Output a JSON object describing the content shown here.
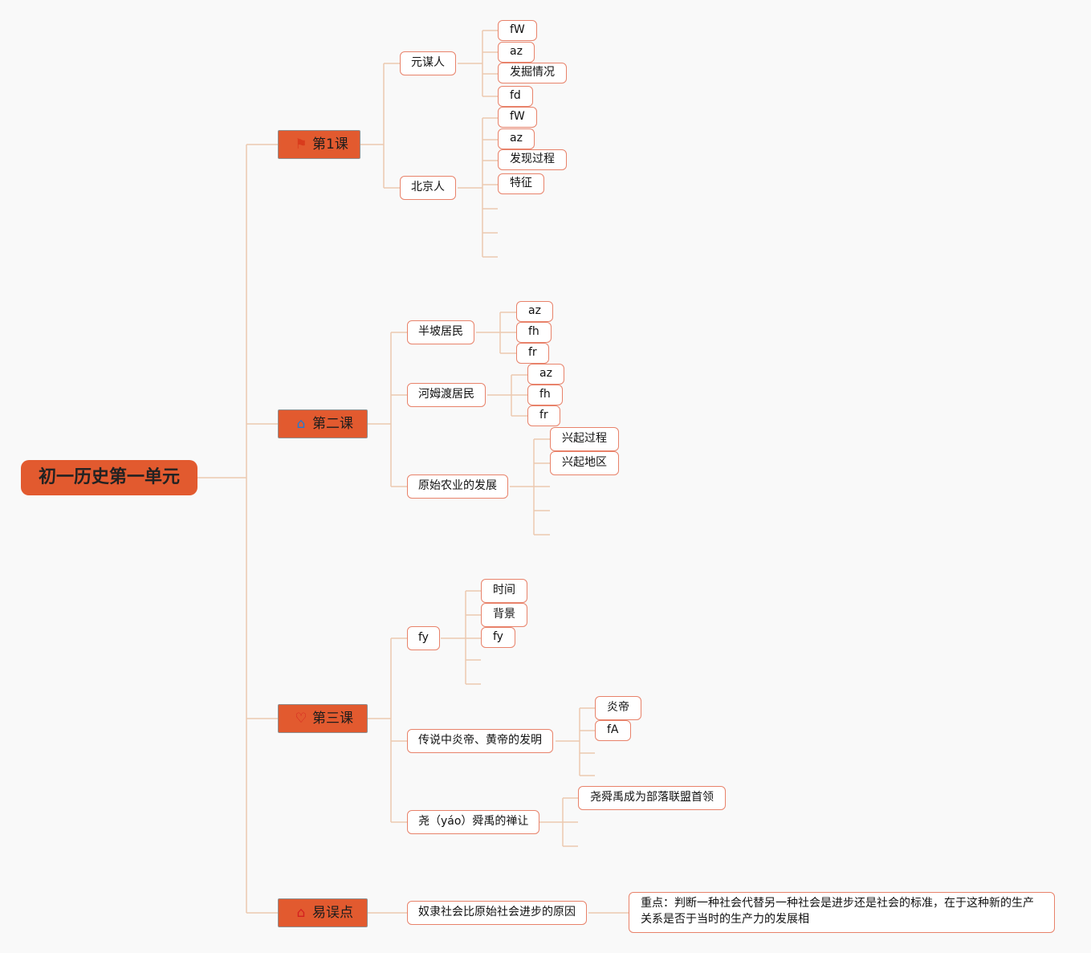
{
  "root": "初一历史第一单元",
  "lessons": [
    {
      "label": "第1课",
      "icon": "flag-icon",
      "glyph": "⚑",
      "icon_color": "#d93b1c"
    },
    {
      "label": "第二课",
      "icon": "house-icon",
      "glyph": "⌂",
      "icon_color": "#1e7bd6"
    },
    {
      "label": "第三课",
      "icon": "heart-icon",
      "glyph": "♡",
      "icon_color": "#d42020"
    },
    {
      "label": "易误点",
      "icon": "home-outline-icon",
      "glyph": "⌂",
      "icon_color": "#d42020"
    }
  ],
  "topics": {
    "yuanmou": "元谋人",
    "beijing": "北京人",
    "banpo": "半坡居民",
    "hemudu": "河姆渡居民",
    "agriculture": "原始农业的发展",
    "fy": "fy",
    "legend": "传说中炎帝、黄帝的发明",
    "shanrang": "尧（yáo）舜禹的禅让",
    "slavery": "奴隶社会比原始社会进步的原因"
  },
  "leaves": {
    "yuanmou": [
      "fW",
      "az",
      "发掘情况",
      "fd"
    ],
    "beijing": [
      "fW",
      "az",
      "发现过程",
      "特征"
    ],
    "banpo": [
      "az",
      "fh",
      "fr"
    ],
    "hemudu": [
      "az",
      "fh",
      "fr"
    ],
    "agriculture": [
      "兴起过程",
      "兴起地区"
    ],
    "fy": [
      "时间",
      "背景",
      "fy"
    ],
    "legend": [
      "炎帝",
      "fA"
    ],
    "shanrang": [
      "尧舜禹成为部落联盟首领"
    ],
    "slavery_note": "重点：判断一种社会代替另一种社会是进步还是社会的标准，在于这种新的生产关系是否于当时的生产力的发展相"
  },
  "colors": {
    "accent": "#e25a2f",
    "border": "#e8826a",
    "line": "#ecc9b0",
    "background": "#f9f9f9"
  }
}
